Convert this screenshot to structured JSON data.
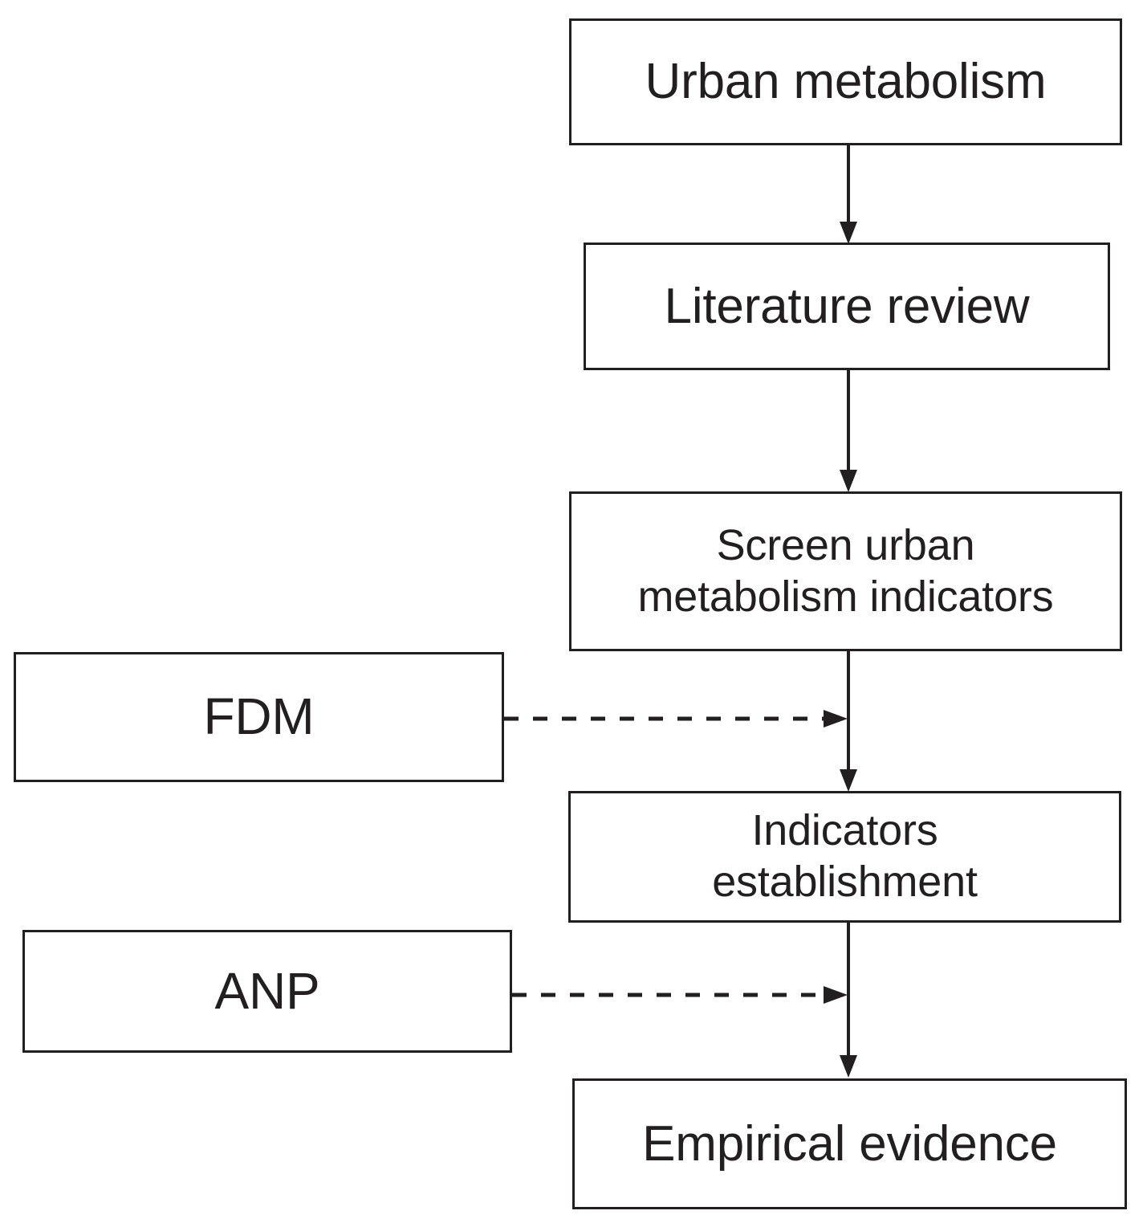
{
  "diagram": {
    "title": "Urban metabolism research framework flowchart",
    "background_color": "#ffffff",
    "stroke_color": "#231f20",
    "nodes": [
      {
        "id": "urban-metabolism",
        "label": "Urban metabolism"
      },
      {
        "id": "literature-review",
        "label": "Literature review"
      },
      {
        "id": "screen-indicators",
        "label": "Screen urban\nmetabolism indicators"
      },
      {
        "id": "indicators-establishment",
        "label": "Indicators\nestablishment"
      },
      {
        "id": "empirical-evidence",
        "label": "Empirical evidence"
      },
      {
        "id": "fdm",
        "label": "FDM"
      },
      {
        "id": "anp",
        "label": "ANP"
      }
    ],
    "edges": [
      {
        "id": "edge-urban-to-literature",
        "from": "urban-metabolism",
        "to": "literature-review",
        "style": "solid",
        "arrow": "down"
      },
      {
        "id": "edge-literature-to-screen",
        "from": "literature-review",
        "to": "screen-indicators",
        "style": "solid",
        "arrow": "down"
      },
      {
        "id": "edge-screen-to-indicators",
        "from": "screen-indicators",
        "to": "indicators-establishment",
        "style": "solid",
        "arrow": "down"
      },
      {
        "id": "edge-indicators-to-empirical",
        "from": "indicators-establishment",
        "to": "empirical-evidence",
        "style": "solid",
        "arrow": "down"
      },
      {
        "id": "edge-fdm-to-flow",
        "from": "fdm",
        "to": "edge-screen-to-indicators",
        "style": "dashed",
        "arrow": "right"
      },
      {
        "id": "edge-anp-to-flow",
        "from": "anp",
        "to": "edge-indicators-to-empirical",
        "style": "dashed",
        "arrow": "right"
      }
    ]
  }
}
